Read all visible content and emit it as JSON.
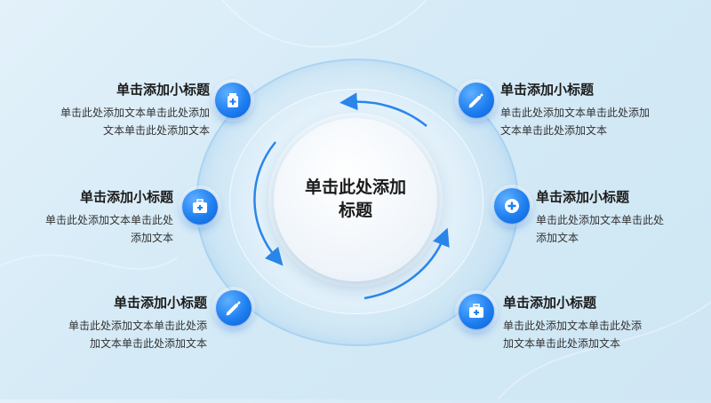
{
  "center": {
    "title": "单击此处添加标题"
  },
  "items": [
    {
      "title": "单击添加小标题",
      "desc_line1": "单击此处添加文本单击此处添加",
      "desc_line2": "文本单击此处添加文本",
      "icon": "medicine-bottle-icon"
    },
    {
      "title": "单击添加小标题",
      "desc_line1": "单击此处添加文本单击此处",
      "desc_line2": "添加文本",
      "icon": "medical-kit-icon"
    },
    {
      "title": "单击添加小标题",
      "desc_line1": "单击此处添加文本单击此处添",
      "desc_line2": "加文本单击此处添加文本",
      "icon": "syringe-icon"
    },
    {
      "title": "单击添加小标题",
      "desc_line1": "单击此处添加文本单击此处添加",
      "desc_line2": "文本单击此处添加文本",
      "icon": "syringe-icon"
    },
    {
      "title": "单击添加小标题",
      "desc_line1": "单击此处添加文本单击此处",
      "desc_line2": "添加文本",
      "icon": "medical-cross-icon"
    },
    {
      "title": "单击添加小标题",
      "desc_line1": "单击此处添加文本单击此处添",
      "desc_line2": "加文本单击此处添加文本",
      "icon": "first-aid-case-icon"
    }
  ],
  "colors": {
    "accent": "#1f7ff0",
    "text": "#1b1b1b",
    "background": "#d4eaf6"
  }
}
